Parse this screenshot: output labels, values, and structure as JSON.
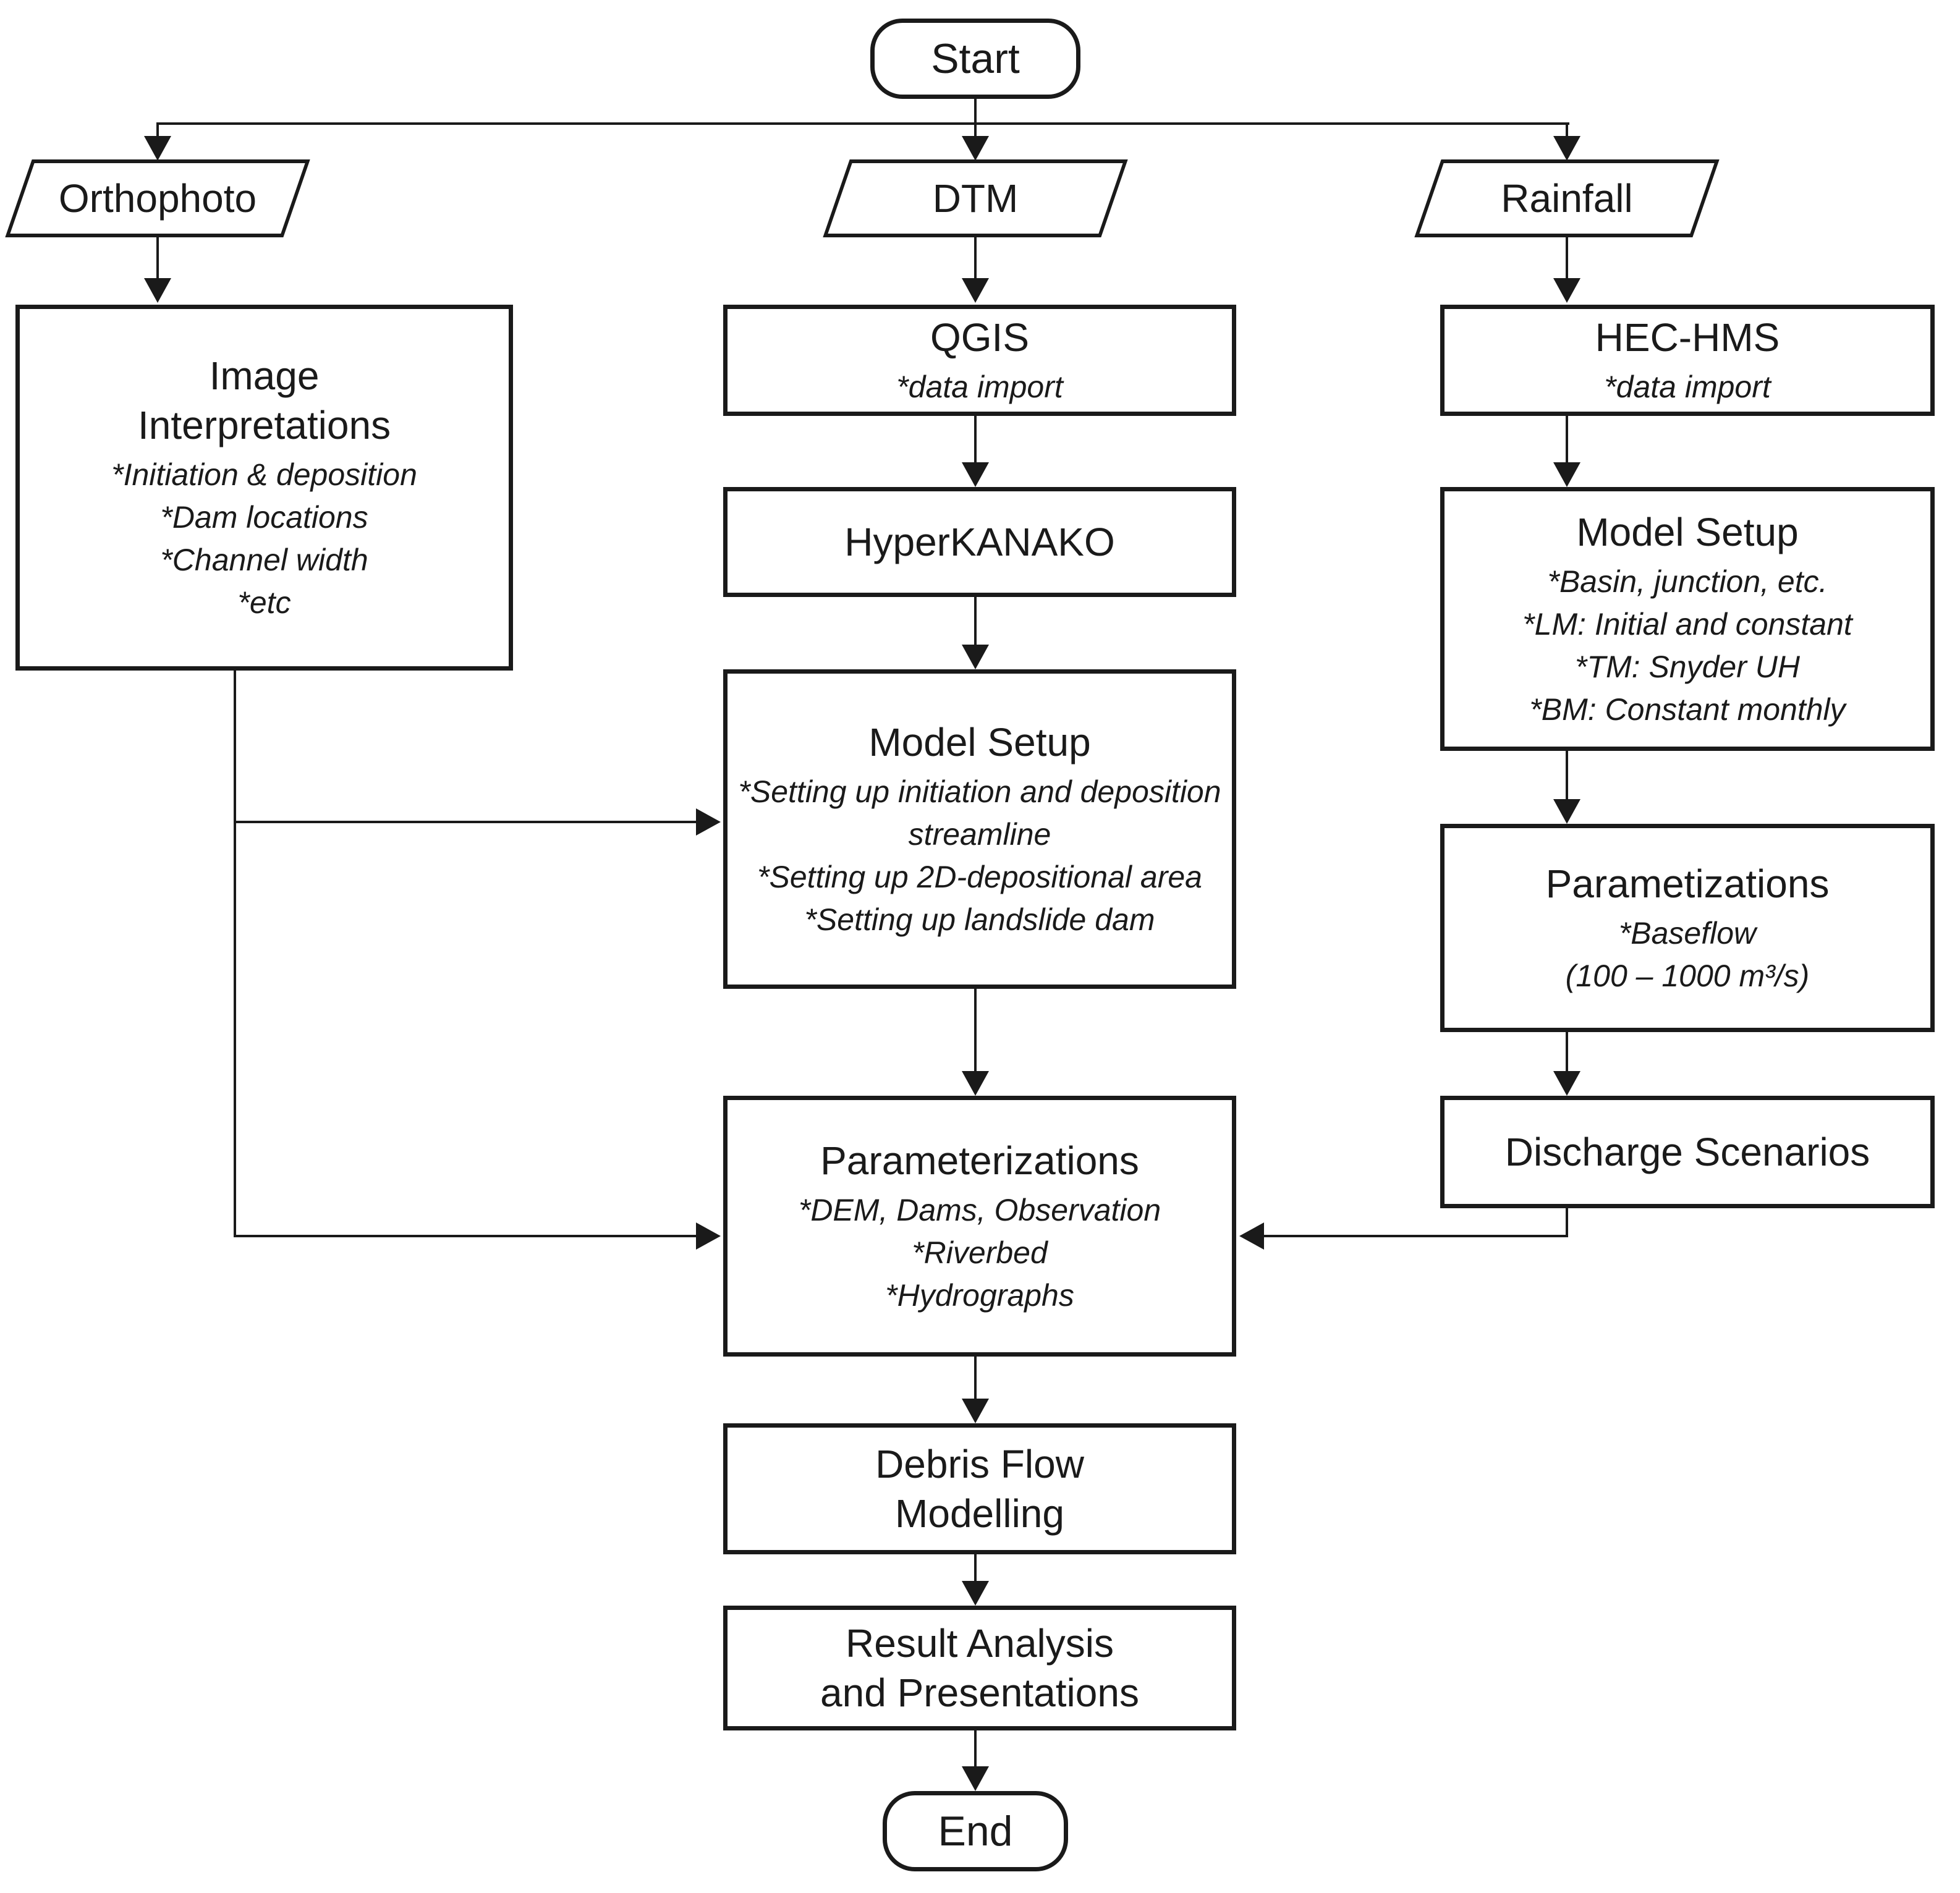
{
  "nodes": {
    "start": {
      "label": "Start"
    },
    "end": {
      "label": "End"
    },
    "orthophoto": {
      "label": "Orthophoto"
    },
    "dtm": {
      "label": "DTM"
    },
    "rainfall": {
      "label": "Rainfall"
    },
    "image_interpretations": {
      "title": "Image\nInterpretations",
      "bullets": [
        "*Initiation & deposition",
        "*Dam locations",
        "*Channel width",
        "*etc"
      ]
    },
    "qgis": {
      "title": "QGIS",
      "bullets": [
        "*data import"
      ]
    },
    "hyperkanako": {
      "title": "HyperKANAKO"
    },
    "model_setup_mid": {
      "title": "Model Setup",
      "bullets": [
        "*Setting up initiation and deposition streamline",
        "*Setting up 2D-depositional area",
        "*Setting up landslide dam"
      ]
    },
    "parameterizations_mid": {
      "title": "Parameterizations",
      "bullets": [
        "*DEM, Dams, Observation",
        "*Riverbed",
        "*Hydrographs"
      ]
    },
    "debris_flow_modelling": {
      "title": "Debris Flow\nModelling"
    },
    "result_analysis": {
      "title": "Result Analysis\nand Presentations"
    },
    "hec_hms": {
      "title": "HEC-HMS",
      "bullets": [
        "*data import"
      ]
    },
    "model_setup_right": {
      "title": "Model Setup",
      "bullets": [
        "*Basin, junction, etc.",
        "*LM: Initial and constant",
        "*TM: Snyder UH",
        "*BM: Constant monthly"
      ]
    },
    "parametizations_right": {
      "title": "Parametizations",
      "bullets": [
        "*Baseflow",
        "(100 – 1000 m³/s)"
      ]
    },
    "discharge_scenarios": {
      "title": "Discharge Scenarios"
    }
  },
  "colors": {
    "line": "#1a1a1a",
    "background": "#ffffff",
    "text": "#1a1a1a"
  }
}
